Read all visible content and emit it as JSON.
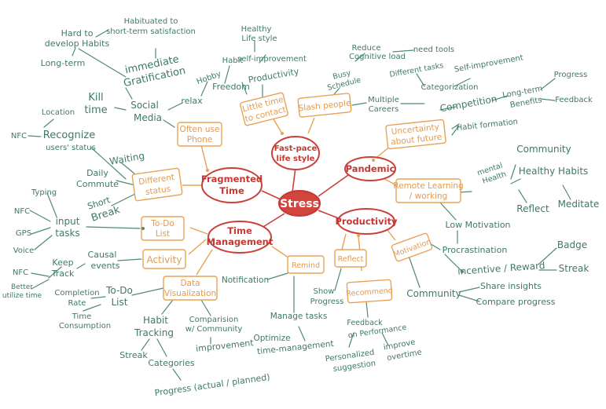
{
  "center": "Stress",
  "main": {
    "fragmented": [
      "Fragmented",
      "Time"
    ],
    "fastpace": [
      "Fast-pace",
      "life style"
    ],
    "pandemic": "Pandemic",
    "productivity": "Productivity",
    "time_mgmt": [
      "Time",
      "Management"
    ]
  },
  "orange": {
    "often_use": [
      "Often use",
      "Phone"
    ],
    "little_time": [
      "Little time",
      "to contact"
    ],
    "slash_people": "Slash people",
    "uncertainty": [
      "Uncertainty",
      "about future"
    ],
    "remote": [
      "Remote Learning",
      "/ working"
    ],
    "motivation": "Motivation",
    "recommend": "Recommend",
    "reflect": "Reflect",
    "remind": "Remind",
    "data_vis": [
      "Data",
      "Visualization"
    ],
    "activity": "Activity",
    "todo_list": [
      "To-Do",
      "List"
    ],
    "different_status": [
      "Different",
      "status"
    ]
  },
  "green": {
    "hard_to_develop": [
      "Hard to",
      "develop Habits"
    ],
    "habituated": [
      "Habituated to",
      "short-term satisfaction"
    ],
    "long_term": "Long-term",
    "immediate": [
      "immediate",
      "Gratification"
    ],
    "kill_time": [
      "Kill",
      "time"
    ],
    "social_media": [
      "Social",
      "Media"
    ],
    "relax": "relax",
    "hobby": "Hobby",
    "habit": "Habit",
    "freedom": "Freedom",
    "productivity_g": "Productivity",
    "healthy_life": [
      "Healthy",
      "Life style"
    ],
    "self_improvement": "self-improvement",
    "busy_schedule": [
      "Busy",
      "Schedule"
    ],
    "reduce_cog": [
      "Reduce",
      "Cognitive load"
    ],
    "need_tools": "need tools",
    "different_tasks": "Different tasks",
    "categorization": "Categorization",
    "multiple_careers": [
      "Multiple",
      "Careers"
    ],
    "self_improvement2": "Self-improvement",
    "competition": "Competition",
    "long_term_benefits": [
      "Long-term",
      "Benefits"
    ],
    "progress": "Progress",
    "feedback": "Feedback",
    "habit_formation": "Habit formation",
    "location": "Location",
    "nfc1": "NFC",
    "recognize": [
      "Recognize",
      "users' status"
    ],
    "waiting": "Waiting",
    "daily_commute": [
      "Daily",
      "Commute"
    ],
    "short_break": [
      "Short",
      "Break"
    ],
    "typing": "Typing",
    "nfc2": "NFC",
    "gps": "GPS",
    "voice": "Voice",
    "input_tasks": [
      "input",
      "tasks"
    ],
    "keep_track": [
      "Keep",
      "Track"
    ],
    "causal_events": [
      "Causal",
      "events"
    ],
    "nfc3": "NFC",
    "better_utilize": [
      "Better",
      "utilize time"
    ],
    "completion_rate": [
      "Completion",
      "Rate"
    ],
    "todo_list_g": [
      "To-Do",
      "List"
    ],
    "time_consumption": [
      "Time",
      "Consumption"
    ],
    "habit_tracking": [
      "Habit",
      "Tracking"
    ],
    "comparision": [
      "Comparision",
      "w/ Community"
    ],
    "improvement": "improvement",
    "streak1": "Streak",
    "categories": "Categories",
    "progress_actual": "Progress (actual / planned)",
    "notification": "Notification",
    "manage_tasks": "Manage tasks",
    "optimize": [
      "Optimize",
      "time-management"
    ],
    "show_progress": [
      "Show",
      "Progress"
    ],
    "feedback_perf": [
      "Feedback",
      "on Performance"
    ],
    "personalized": [
      "Personalized",
      "suggestion"
    ],
    "improve_overtime": [
      "improve",
      "overtime"
    ],
    "mental_health": [
      "mental",
      "Health"
    ],
    "community": "Community",
    "healthy_habits": "Healthy Habits",
    "reflect_g": "Reflect",
    "meditate": "Meditate",
    "low_motivation": "Low Motivation",
    "procrastination": "Procrastination",
    "incentive": "incentive / Reward",
    "badge": "Badge",
    "streak2": "Streak",
    "community2": "Community",
    "share_insights": "Share insights",
    "compare_progress": "Compare progress"
  },
  "colors": {
    "green": "#3f7a60",
    "orange": "#e49a4f",
    "red": "#c9403a",
    "center_fill": "#d0463e"
  }
}
